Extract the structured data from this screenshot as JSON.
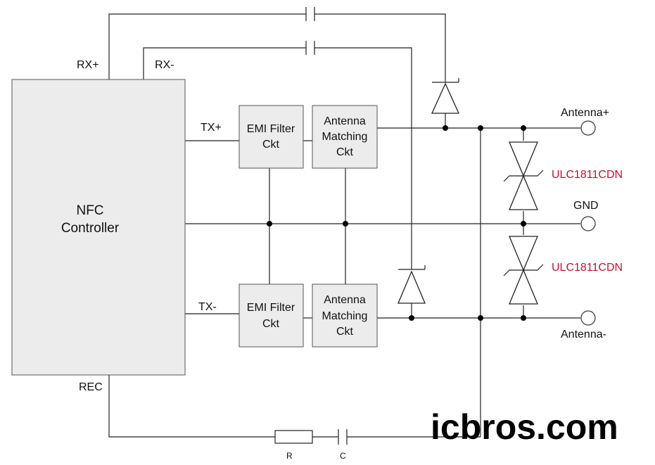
{
  "controller": {
    "line1": "NFC",
    "line2": "Controller"
  },
  "pins": {
    "rx_plus": "RX+",
    "rx_minus": "RX-",
    "tx_plus": "TX+",
    "tx_minus": "TX-",
    "rec": "REC"
  },
  "blocks": {
    "emi_top": {
      "line1": "EMI Filter",
      "line2": "Ckt"
    },
    "emi_bottom": {
      "line1": "EMI Filter",
      "line2": "Ckt"
    },
    "match_top": {
      "line1": "Antenna",
      "line2": "Matching",
      "line3": "Ckt"
    },
    "match_bottom": {
      "line1": "Antenna",
      "line2": "Matching",
      "line3": "Ckt"
    }
  },
  "terminals": {
    "antenna_plus": "Antenna+",
    "gnd": "GND",
    "antenna_minus": "Antenna-"
  },
  "tvs": {
    "top": "ULC1811CDN",
    "bottom": "ULC1811CDN",
    "color": "#c8102e"
  },
  "components": {
    "resistor": "R",
    "capacitor": "C"
  },
  "watermark": "icbros.com"
}
